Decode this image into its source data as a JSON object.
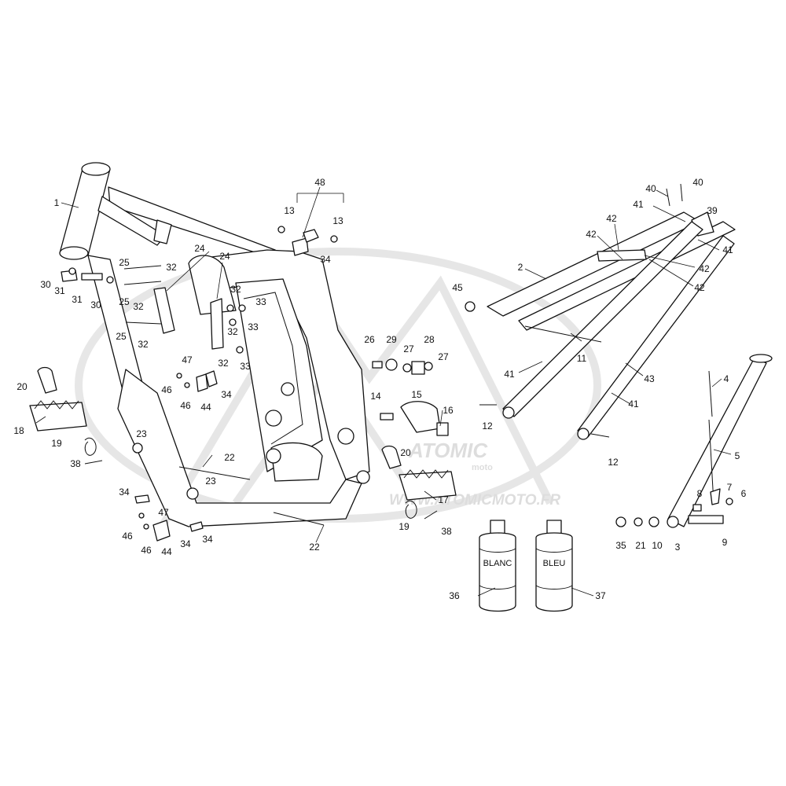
{
  "watermark": {
    "brand": "ATOMIC",
    "brand_sub": "moto",
    "url": "WWW.ATOMICMOTO.FR"
  },
  "spray_cans": {
    "white_label": "BLANC",
    "blue_label": "BLEU"
  },
  "callouts": [
    {
      "id": "c1",
      "text": "1"
    },
    {
      "id": "c2",
      "text": "2"
    },
    {
      "id": "c3",
      "text": "3"
    },
    {
      "id": "c4",
      "text": "4"
    },
    {
      "id": "c5",
      "text": "5"
    },
    {
      "id": "c6",
      "text": "6"
    },
    {
      "id": "c7",
      "text": "7"
    },
    {
      "id": "c8",
      "text": "8"
    },
    {
      "id": "c9",
      "text": "9"
    },
    {
      "id": "c10",
      "text": "10"
    },
    {
      "id": "c11",
      "text": "11"
    },
    {
      "id": "c12a",
      "text": "12"
    },
    {
      "id": "c12b",
      "text": "12"
    },
    {
      "id": "c13a",
      "text": "13"
    },
    {
      "id": "c13b",
      "text": "13"
    },
    {
      "id": "c14",
      "text": "14"
    },
    {
      "id": "c15",
      "text": "15"
    },
    {
      "id": "c16",
      "text": "16"
    },
    {
      "id": "c17",
      "text": "17"
    },
    {
      "id": "c18",
      "text": "18"
    },
    {
      "id": "c19a",
      "text": "19"
    },
    {
      "id": "c19b",
      "text": "19"
    },
    {
      "id": "c20a",
      "text": "20"
    },
    {
      "id": "c20b",
      "text": "20"
    },
    {
      "id": "c21",
      "text": "21"
    },
    {
      "id": "c22a",
      "text": "22"
    },
    {
      "id": "c22b",
      "text": "22"
    },
    {
      "id": "c23a",
      "text": "23"
    },
    {
      "id": "c23b",
      "text": "23"
    },
    {
      "id": "c24a",
      "text": "24"
    },
    {
      "id": "c24b",
      "text": "24"
    },
    {
      "id": "c25a",
      "text": "25"
    },
    {
      "id": "c25b",
      "text": "25"
    },
    {
      "id": "c25c",
      "text": "25"
    },
    {
      "id": "c26",
      "text": "26"
    },
    {
      "id": "c27a",
      "text": "27"
    },
    {
      "id": "c27b",
      "text": "27"
    },
    {
      "id": "c28",
      "text": "28"
    },
    {
      "id": "c29",
      "text": "29"
    },
    {
      "id": "c30a",
      "text": "30"
    },
    {
      "id": "c30b",
      "text": "30"
    },
    {
      "id": "c31a",
      "text": "31"
    },
    {
      "id": "c31b",
      "text": "31"
    },
    {
      "id": "c32a",
      "text": "32"
    },
    {
      "id": "c32b",
      "text": "32"
    },
    {
      "id": "c32c",
      "text": "32"
    },
    {
      "id": "c32d",
      "text": "32"
    },
    {
      "id": "c32e",
      "text": "32"
    },
    {
      "id": "c32f",
      "text": "32"
    },
    {
      "id": "c33a",
      "text": "33"
    },
    {
      "id": "c33b",
      "text": "33"
    },
    {
      "id": "c33c",
      "text": "33"
    },
    {
      "id": "c34a",
      "text": "34"
    },
    {
      "id": "c34b",
      "text": "34"
    },
    {
      "id": "c34c",
      "text": "34"
    },
    {
      "id": "c34d",
      "text": "34"
    },
    {
      "id": "c34e",
      "text": "34"
    },
    {
      "id": "c35",
      "text": "35"
    },
    {
      "id": "c36",
      "text": "36"
    },
    {
      "id": "c37",
      "text": "37"
    },
    {
      "id": "c38a",
      "text": "38"
    },
    {
      "id": "c38b",
      "text": "38"
    },
    {
      "id": "c39",
      "text": "39"
    },
    {
      "id": "c40a",
      "text": "40"
    },
    {
      "id": "c40b",
      "text": "40"
    },
    {
      "id": "c41a",
      "text": "41"
    },
    {
      "id": "c41b",
      "text": "41"
    },
    {
      "id": "c41c",
      "text": "41"
    },
    {
      "id": "c41d",
      "text": "41"
    },
    {
      "id": "c42a",
      "text": "42"
    },
    {
      "id": "c42b",
      "text": "42"
    },
    {
      "id": "c42c",
      "text": "42"
    },
    {
      "id": "c42d",
      "text": "42"
    },
    {
      "id": "c43",
      "text": "43"
    },
    {
      "id": "c44a",
      "text": "44"
    },
    {
      "id": "c44b",
      "text": "44"
    },
    {
      "id": "c45",
      "text": "45"
    },
    {
      "id": "c46a",
      "text": "46"
    },
    {
      "id": "c46b",
      "text": "46"
    },
    {
      "id": "c46c",
      "text": "46"
    },
    {
      "id": "c46d",
      "text": "46"
    },
    {
      "id": "c47a",
      "text": "47"
    },
    {
      "id": "c47b",
      "text": "47"
    },
    {
      "id": "c48",
      "text": "48"
    }
  ]
}
